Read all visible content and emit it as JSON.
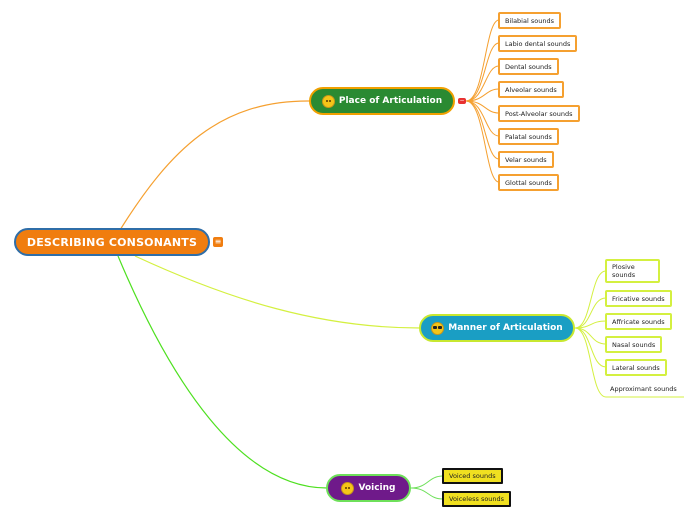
{
  "root": {
    "label": "DESCRIBING CONSONANTS"
  },
  "place": {
    "label": "Place of Articulation",
    "children": [
      "Bilabial sounds",
      "Labio dental sounds",
      "Dental sounds",
      "Alveolar sounds",
      "Post-Alveolar sounds",
      "Palatal sounds",
      "Velar sounds",
      "Glottal sounds"
    ]
  },
  "manner": {
    "label": "Manner of Articulation",
    "children": [
      "Plosive sounds",
      "Fricative sounds",
      "Affricate sounds",
      "Nasal sounds",
      "Lateral sounds",
      "Approximant sounds"
    ]
  },
  "voicing": {
    "label": "Voicing",
    "children": [
      "Voiced sounds",
      "Voiceless sounds"
    ]
  },
  "icons": {
    "root_note": "note-icon",
    "place": "smiley-face-icon",
    "manner": "sunglasses-face-icon",
    "voicing": "nerd-face-icon",
    "collapse": "collapse-toggle-icon"
  },
  "colors": {
    "root": "#f07d0f",
    "place": "#2a8a32",
    "manner": "#1a9ec4",
    "voicing": "#6f1a8a",
    "place_branch": "#f5a030",
    "manner_branch": "#d4f040",
    "voicing_branch": "#6ee05a"
  }
}
